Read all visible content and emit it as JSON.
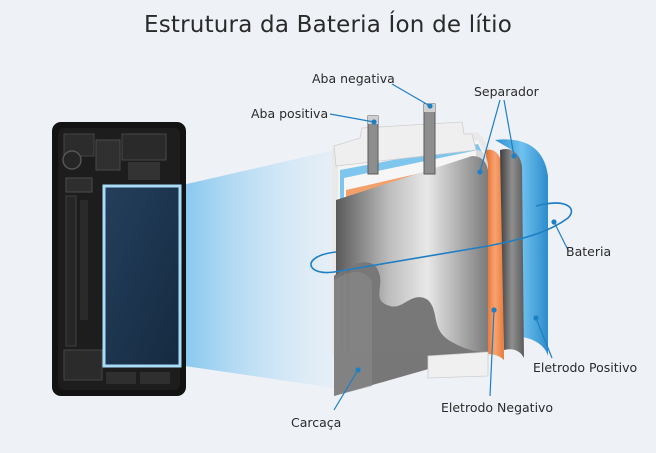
{
  "title": "Estrutura da Bateria Íon de lítio",
  "labels": {
    "aba_negativa": "Aba negativa",
    "aba_positiva": "Aba positiva",
    "separador": "Separador",
    "bateria": "Bateria",
    "eletrodo_positivo": "Eletrodo Positivo",
    "eletrodo_negativo": "Eletrodo Negativo",
    "carcaca": "Carcaça"
  },
  "colors": {
    "background": "#eef1f6",
    "phone_body": "#141414",
    "battery_panel": "#1c3550",
    "glow_blue": "#9fd4f3",
    "positive_electrode": "#3da5e0",
    "negative_electrode": "#f08a4b",
    "leader_line": "#1f7fc4"
  }
}
